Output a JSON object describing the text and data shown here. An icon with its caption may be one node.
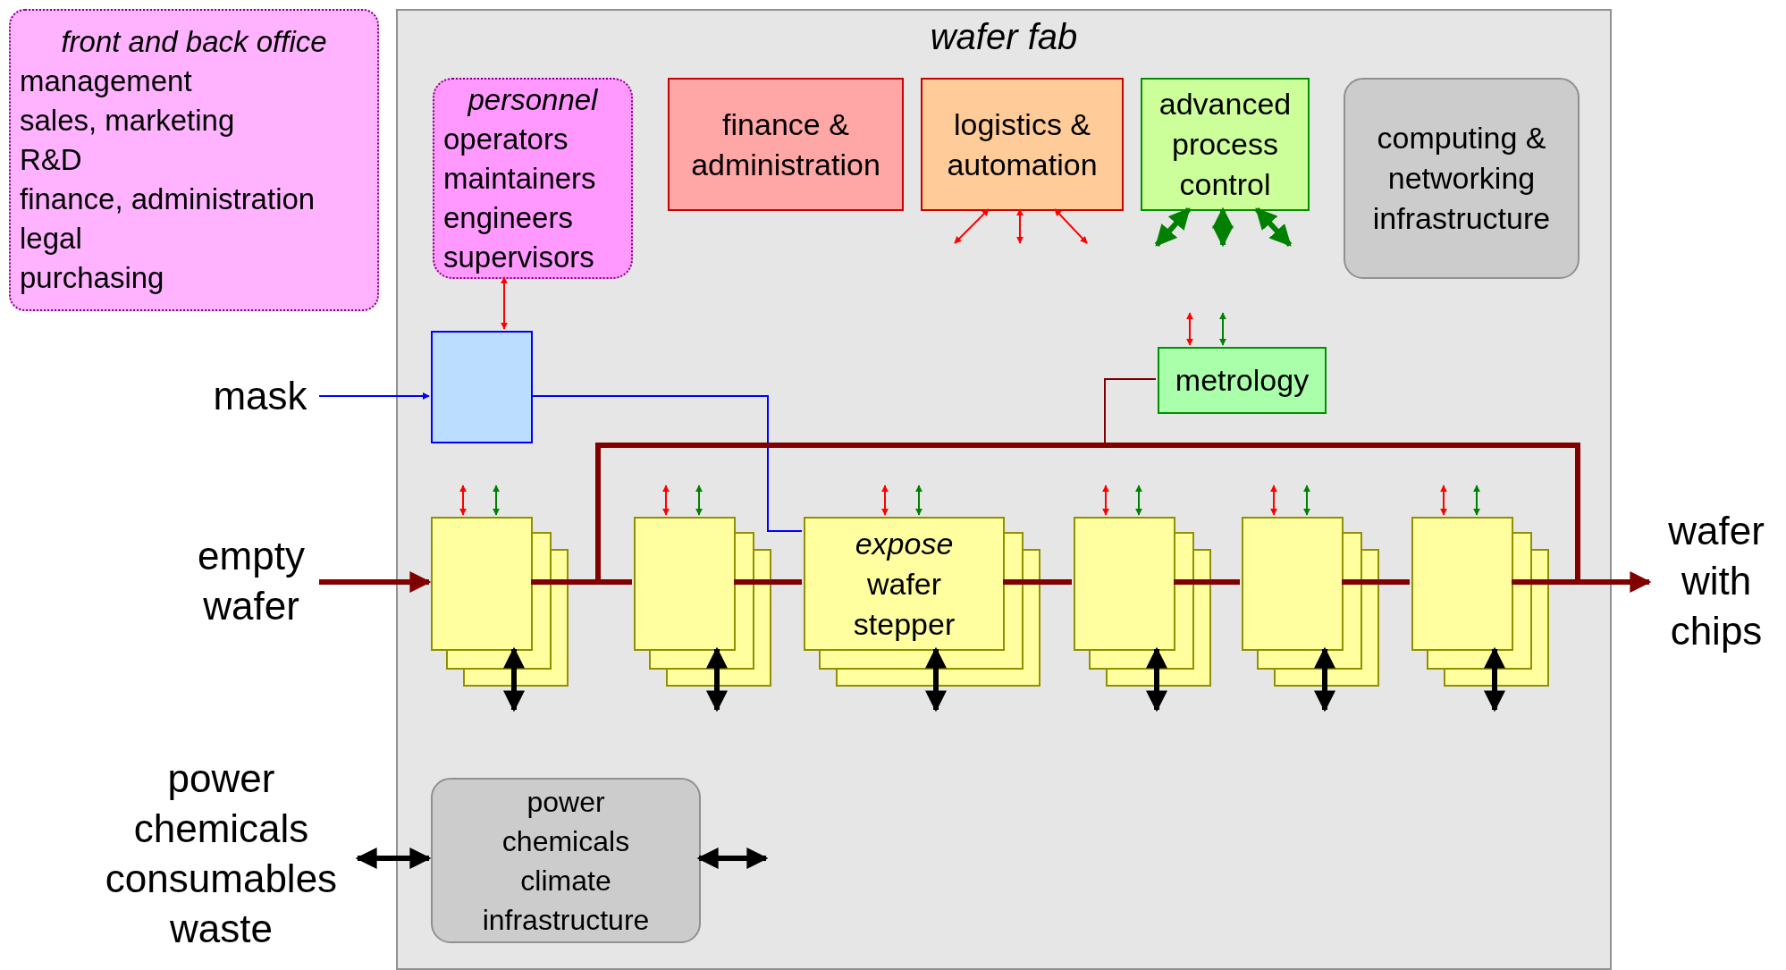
{
  "diagram": {
    "nodes": [
      {
        "text": [
          "front and back office",
          "management",
          "sales, marketing",
          "R&D",
          "finance, administration",
          "legal",
          "purchasing"
        ]
      },
      {
        "text": [
          "wafer fab"
        ]
      },
      {
        "text": [
          "personnel",
          "operators",
          "maintainers",
          "engineers",
          "supervisors"
        ],
        "in": 1
      },
      {
        "text": [
          "finance & administration"
        ],
        "in": 1
      },
      {
        "text": [
          "logistics & automation"
        ],
        "in": 1
      },
      {
        "text": [
          "advanced process control"
        ],
        "in": 1
      },
      {
        "text": [
          "computing & networking infrastructure"
        ],
        "in": 1
      },
      {
        "text": [],
        "shape": "box",
        "in": 1
      },
      {
        "text": [
          "metrology"
        ],
        "in": 1
      },
      {
        "text": [
          "mask"
        ]
      },
      {
        "text": [
          "empty wafer"
        ]
      },
      {
        "text": [],
        "shape": "box",
        "in": 1
      },
      {
        "text": [],
        "shape": "box",
        "in": 1
      },
      {
        "text": [
          "expose",
          "wafer stepper"
        ],
        "in": 1
      },
      {
        "text": [],
        "shape": "box",
        "in": 1
      },
      {
        "text": [],
        "shape": "box",
        "in": 1
      },
      {
        "text": [],
        "shape": "box",
        "in": 1
      },
      {
        "text": [
          "wafer with chips"
        ]
      },
      {
        "text": [
          "power chemicals consumables waste"
        ]
      },
      {
        "text": [
          "power chemicals climate infrastructure"
        ],
        "in": 1
      }
    ],
    "edges": [
      {
        "from": 9,
        "to": 7,
        "arrow": "to",
        "color": "#0000ff"
      },
      {
        "from": 7,
        "to": 13,
        "arrow": "none",
        "color": "#0000ff"
      },
      {
        "from": 10,
        "to": 11,
        "arrow": "to",
        "style": "thick",
        "color": "#800000"
      },
      {
        "from": 11,
        "to": 12,
        "arrow": "none",
        "style": "thick",
        "color": "#800000"
      },
      {
        "from": 12,
        "to": 13,
        "arrow": "none",
        "style": "thick",
        "color": "#800000"
      },
      {
        "from": 13,
        "to": 14,
        "arrow": "none",
        "style": "thick",
        "color": "#800000"
      },
      {
        "from": 14,
        "to": 15,
        "arrow": "none",
        "style": "thick",
        "color": "#800000"
      },
      {
        "from": 15,
        "to": 16,
        "arrow": "none",
        "style": "thick",
        "color": "#800000"
      },
      {
        "from": 16,
        "to": 17,
        "arrow": "to",
        "style": "thick",
        "color": "#800000"
      },
      {
        "from": 11,
        "to": 17,
        "arrow": "none",
        "style": "thick",
        "color": "#800000"
      },
      {
        "from": 8,
        "to": 11,
        "arrow": "none",
        "color": "#800000"
      },
      {
        "from": 2,
        "to": 7,
        "arrow": "both",
        "color": "#ff0000"
      },
      {
        "from": 4,
        "to": null,
        "arrow": "both",
        "color": "#ff0000"
      },
      {
        "from": 4,
        "to": null,
        "arrow": "both",
        "color": "#ff0000"
      },
      {
        "from": 4,
        "to": null,
        "arrow": "both",
        "color": "#ff0000"
      },
      {
        "from": 5,
        "to": null,
        "arrow": "both",
        "style": "thick",
        "color": "#008000"
      },
      {
        "from": 5,
        "to": null,
        "arrow": "both",
        "style": "thick",
        "color": "#008000"
      },
      {
        "from": 5,
        "to": null,
        "arrow": "both",
        "style": "thick",
        "color": "#008000"
      },
      {
        "from": null,
        "to": 8,
        "arrow": "both",
        "color": "#ff0000"
      },
      {
        "from": null,
        "to": 8,
        "arrow": "both",
        "color": "#008000"
      },
      {
        "from": null,
        "to": 11,
        "arrow": "both",
        "color": "#ff0000"
      },
      {
        "from": null,
        "to": 11,
        "arrow": "both",
        "color": "#008000"
      },
      {
        "from": 11,
        "to": null,
        "arrow": "both",
        "style": "thick",
        "color": "#000000"
      },
      {
        "from": null,
        "to": 12,
        "arrow": "both",
        "color": "#ff0000"
      },
      {
        "from": null,
        "to": 12,
        "arrow": "both",
        "color": "#008000"
      },
      {
        "from": 12,
        "to": null,
        "arrow": "both",
        "style": "thick",
        "color": "#000000"
      },
      {
        "from": null,
        "to": 13,
        "arrow": "both",
        "color": "#ff0000"
      },
      {
        "from": null,
        "to": 13,
        "arrow": "both",
        "color": "#008000"
      },
      {
        "from": 13,
        "to": null,
        "arrow": "both",
        "style": "thick",
        "color": "#000000"
      },
      {
        "from": null,
        "to": 14,
        "arrow": "both",
        "color": "#ff0000"
      },
      {
        "from": null,
        "to": 14,
        "arrow": "both",
        "color": "#008000"
      },
      {
        "from": 14,
        "to": null,
        "arrow": "both",
        "style": "thick",
        "color": "#000000"
      },
      {
        "from": null,
        "to": 15,
        "arrow": "both",
        "color": "#ff0000"
      },
      {
        "from": null,
        "to": 15,
        "arrow": "both",
        "color": "#008000"
      },
      {
        "from": 15,
        "to": null,
        "arrow": "both",
        "style": "thick",
        "color": "#000000"
      },
      {
        "from": null,
        "to": 16,
        "arrow": "both",
        "color": "#ff0000"
      },
      {
        "from": null,
        "to": 16,
        "arrow": "both",
        "color": "#008000"
      },
      {
        "from": 16,
        "to": null,
        "arrow": "both",
        "style": "thick",
        "color": "#000000"
      },
      {
        "from": 18,
        "to": 19,
        "arrow": "both",
        "style": "thick",
        "color": "#000000"
      },
      {
        "from": 19,
        "to": null,
        "arrow": "both",
        "style": "thick",
        "color": "#000000"
      }
    ]
  }
}
